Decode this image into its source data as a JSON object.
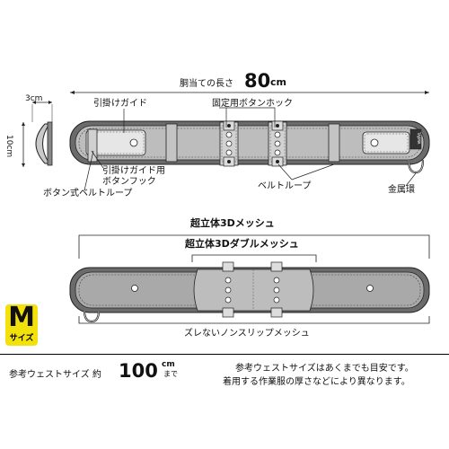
{
  "dimensions": {
    "length_label": "胴当ての長さ",
    "length_value": "80",
    "length_unit": "cm",
    "depth_label": "3cm",
    "height_label": "10cm"
  },
  "callouts": {
    "hook_guide": "引掛けガイド",
    "fixing_hook": "固定用ボタンホック",
    "guide_button_hook_line1": "引掛けガイド用",
    "guide_button_hook_line2": "ボタンフック",
    "button_belt_loop": "ボタン式ベルトループ",
    "belt_loop": "ベルトループ",
    "metal_ring": "金属環"
  },
  "brand_mark": "TAJIMA",
  "mesh": {
    "super_3d_mesh": "超立体3Dメッシュ",
    "super_3d_double_mesh": "超立体3Dダブルメッシュ",
    "nonslip_mesh": "ズレないノンスリップメッシュ"
  },
  "size": {
    "letter": "M",
    "word": "サイズ"
  },
  "waist": {
    "label": "参考ウェストサイズ 約",
    "value": "100",
    "unit": "cm",
    "suffix": "まで"
  },
  "notes": {
    "line1": "参考ウェストサイズはあくまでも目安です。",
    "line2": "着用する作業服の厚さなどにより異なります。"
  },
  "colors": {
    "size_badge": "#f2e10b",
    "pad_fill": "#bdbdbd",
    "mesh_fill": "#a9a9a9",
    "outline": "#222222"
  }
}
